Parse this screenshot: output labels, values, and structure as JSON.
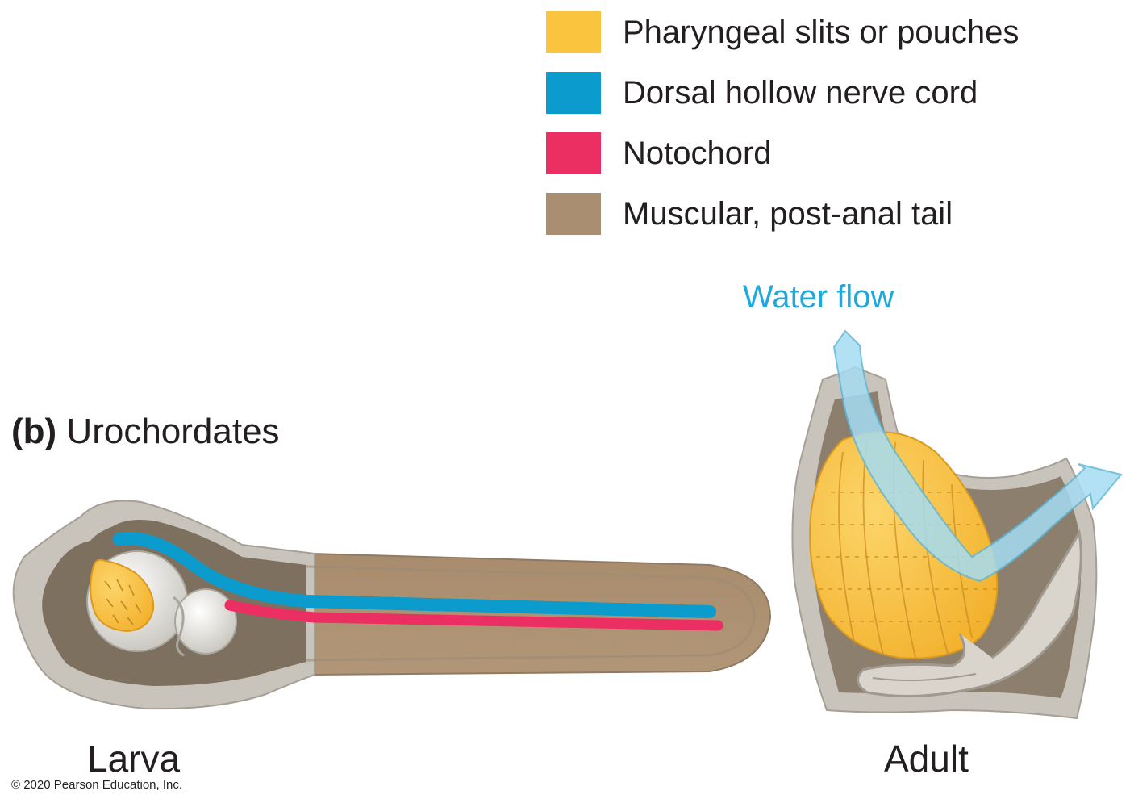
{
  "legend": {
    "items": [
      {
        "label": "Pharyngeal slits or pouches",
        "color": "#fbc43f"
      },
      {
        "label": "Dorsal hollow nerve cord",
        "color": "#0b9bcc"
      },
      {
        "label": "Notochord",
        "color": "#ec2f63"
      },
      {
        "label": "Muscular, post-anal tail",
        "color": "#a98e71"
      }
    ]
  },
  "section": {
    "letter": "(b)",
    "title": "Urochordates"
  },
  "annotations": {
    "water_flow": "Water flow"
  },
  "labels": {
    "larva": "Larva",
    "adult": "Adult"
  },
  "footer": {
    "copyright": "© 2020 Pearson Education, Inc."
  },
  "colors": {
    "body_gray": "#c9c4bb",
    "body_edge": "#b4aea4",
    "interior_dark": "#7e705f",
    "tail_brown": "#a98e71",
    "organ_white": "#e6e4df",
    "water_arrow": "#a5dcf2"
  }
}
